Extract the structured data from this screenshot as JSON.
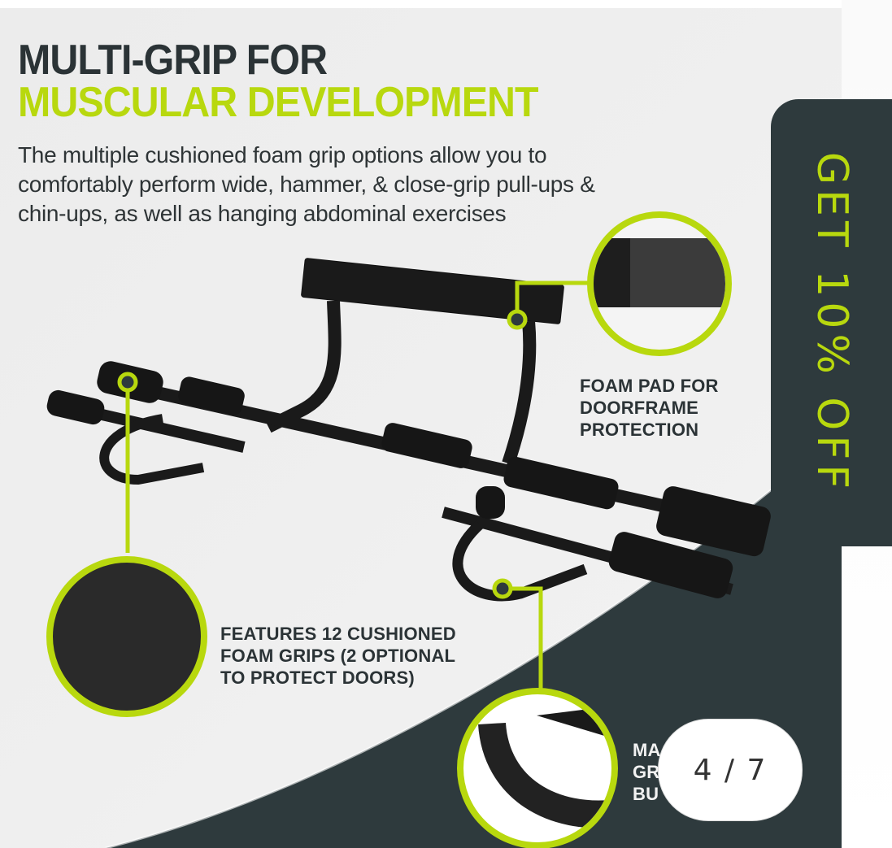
{
  "product_image": {
    "headline": {
      "line1": "MULTI-GRIP FOR",
      "line2": "MUSCULAR DEVELOPMENT"
    },
    "description": "The multiple cushioned foam grip options allow you to comfortably perform wide, hammer, & close-grip pull-ups & chin-ups, as well as hanging abdominal exercises",
    "callouts": [
      {
        "id": "foam-pad",
        "lines": [
          "FOAM PAD FOR",
          "DOORFRAME",
          "PROTECTION"
        ]
      },
      {
        "id": "foam-grips",
        "lines": [
          "FEATURES 12 CUSHIONED",
          "FOAM GRIPS (2 OPTIONAL",
          "TO PROTECT DOORS)"
        ]
      },
      {
        "id": "bumper",
        "lines": [
          "MA",
          "GR",
          "BU"
        ]
      }
    ],
    "colors": {
      "accent": "#b8d80e",
      "dark": "#2e3a3d",
      "background": "#ececec",
      "headline_dark": "#2b3336"
    }
  },
  "promo_tab": {
    "label": "GET 10% OFF"
  },
  "gallery": {
    "current": 4,
    "total": 7,
    "counter_label": "4 / 7"
  }
}
